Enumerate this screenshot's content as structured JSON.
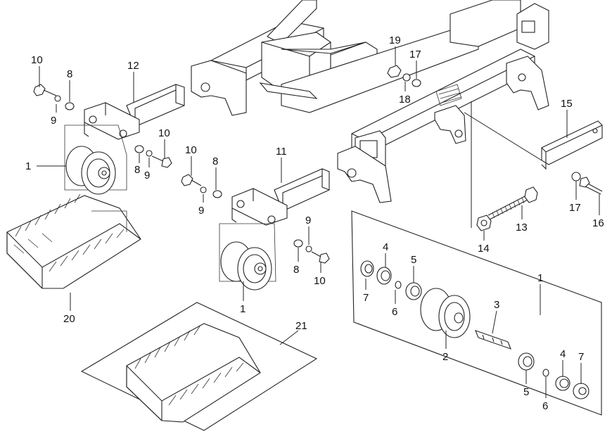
{
  "callouts": [
    {
      "id": "c10a",
      "label": "10"
    },
    {
      "id": "c8a",
      "label": "8"
    },
    {
      "id": "c9a",
      "label": "9"
    },
    {
      "id": "c12",
      "label": "12"
    },
    {
      "id": "c10b",
      "label": "10"
    },
    {
      "id": "c8b",
      "label": "8"
    },
    {
      "id": "c9b",
      "label": "9"
    },
    {
      "id": "c1a",
      "label": "1"
    },
    {
      "id": "c20",
      "label": "20"
    },
    {
      "id": "c10c",
      "label": "10"
    },
    {
      "id": "c8c",
      "label": "8"
    },
    {
      "id": "c9c",
      "label": "9"
    },
    {
      "id": "c11",
      "label": "11"
    },
    {
      "id": "c9d",
      "label": "9"
    },
    {
      "id": "c8d",
      "label": "8"
    },
    {
      "id": "c10d",
      "label": "10"
    },
    {
      "id": "c1b",
      "label": "1"
    },
    {
      "id": "c21",
      "label": "21"
    },
    {
      "id": "c19",
      "label": "19"
    },
    {
      "id": "c17a",
      "label": "17"
    },
    {
      "id": "c18",
      "label": "18"
    },
    {
      "id": "c15",
      "label": "15"
    },
    {
      "id": "c17b",
      "label": "17"
    },
    {
      "id": "c16",
      "label": "16"
    },
    {
      "id": "c13",
      "label": "13"
    },
    {
      "id": "c14",
      "label": "14"
    },
    {
      "id": "c1c",
      "label": "1"
    },
    {
      "id": "c4a",
      "label": "4"
    },
    {
      "id": "c5a",
      "label": "5"
    },
    {
      "id": "c7a",
      "label": "7"
    },
    {
      "id": "c6a",
      "label": "6"
    },
    {
      "id": "c3",
      "label": "3"
    },
    {
      "id": "c2",
      "label": "2"
    },
    {
      "id": "c4b",
      "label": "4"
    },
    {
      "id": "c7b",
      "label": "7"
    },
    {
      "id": "c5b",
      "label": "5"
    },
    {
      "id": "c6b",
      "label": "6"
    }
  ]
}
